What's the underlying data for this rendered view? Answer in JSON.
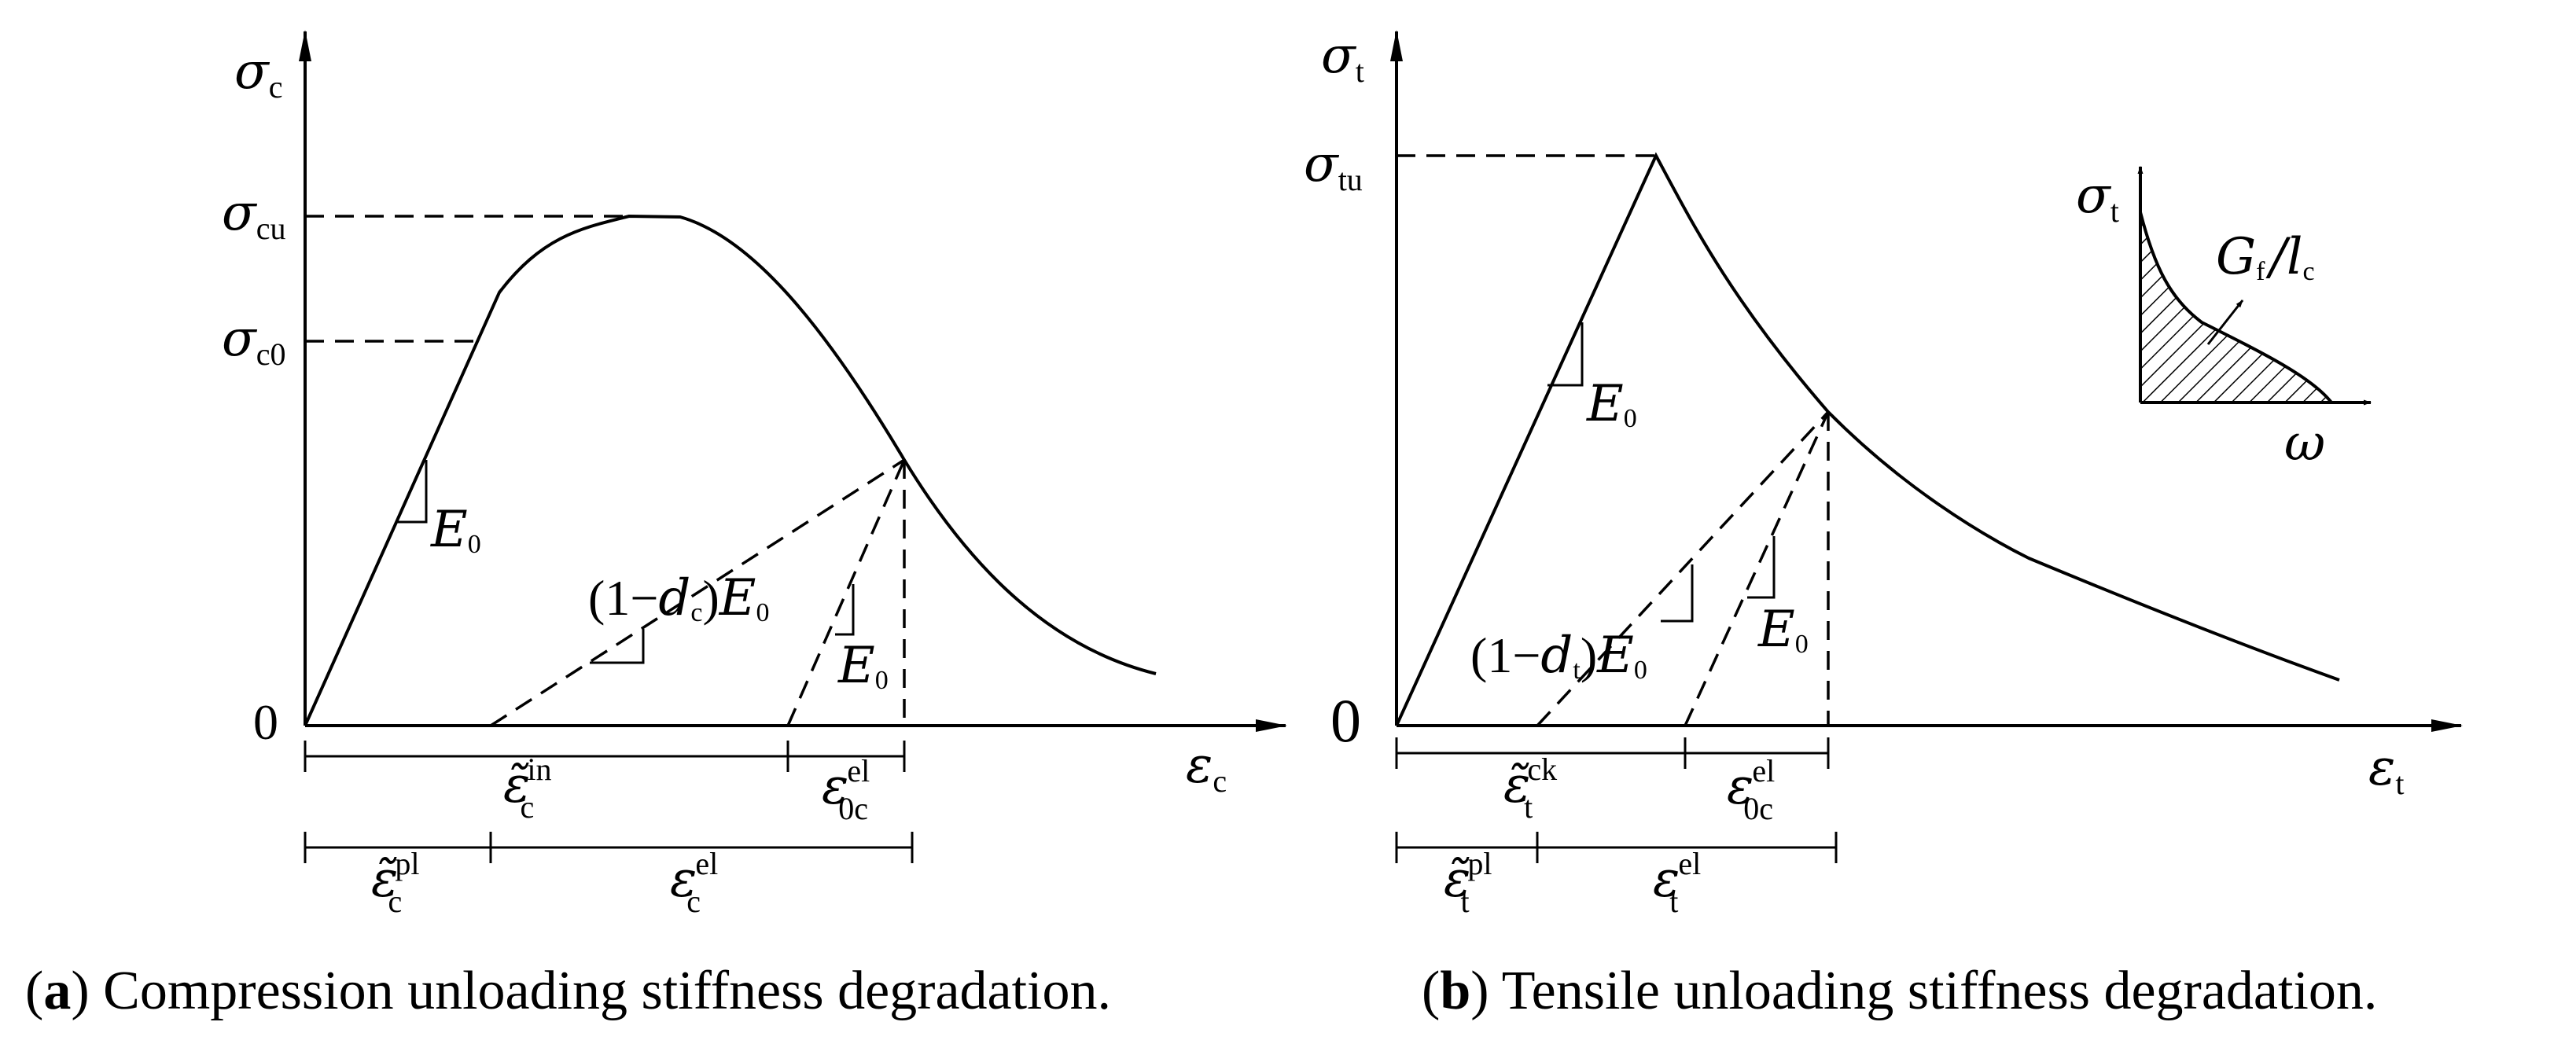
{
  "panel_a": {
    "y_axis_symbol": "σ",
    "y_axis_sub": "c",
    "y_tick_1_symbol": "σ",
    "y_tick_1_sub": "cu",
    "y_tick_2_symbol": "σ",
    "y_tick_2_sub": "c0",
    "origin_label": "0",
    "x_axis_symbol": "ε",
    "x_axis_sub": "c",
    "modulus_symbol": "E",
    "modulus_sub": "0",
    "damage_prefix": "(1−",
    "damage_symbol": "d",
    "damage_sub": "c",
    "damage_suffix": ")",
    "damage_modulus_symbol": "E",
    "damage_modulus_sub": "0",
    "unload_modulus_symbol": "E",
    "unload_modulus_sub": "0",
    "strain_inelastic_symbol": "ε̃",
    "strain_inelastic_sub": "c",
    "strain_inelastic_sup": "in",
    "strain_el0_symbol": "ε",
    "strain_el0_sub": "0c",
    "strain_el0_sup": "el",
    "strain_plastic_symbol": "ε̃",
    "strain_plastic_sub": "c",
    "strain_plastic_sup": "pl",
    "strain_elastic_symbol": "ε",
    "strain_elastic_sub": "c",
    "strain_elastic_sup": "el",
    "caption_letter": "a",
    "caption_open": "(",
    "caption_text": ") Compression unloading stiffness degradation."
  },
  "panel_b": {
    "y_axis_symbol": "σ",
    "y_axis_sub": "t",
    "y_tick_symbol": "σ",
    "y_tick_sub": "tu",
    "origin_label": "0",
    "x_axis_symbol": "ε",
    "x_axis_sub": "t",
    "modulus_symbol": "E",
    "modulus_sub": "0",
    "damage_prefix": "(1−",
    "damage_symbol": "d",
    "damage_sub": "t",
    "damage_suffix": ")",
    "damage_modulus_symbol": "E",
    "damage_modulus_sub": "0",
    "unload_modulus_symbol": "E",
    "unload_modulus_sub": "0",
    "strain_crack_symbol": "ε̃",
    "strain_crack_sub": "t",
    "strain_crack_sup": "ck",
    "strain_el0_symbol": "ε",
    "strain_el0_sub": "0c",
    "strain_el0_sup": "el",
    "strain_plastic_symbol": "ε̃",
    "strain_plastic_sub": "t",
    "strain_plastic_sup": "pl",
    "strain_elastic_symbol": "ε",
    "strain_elastic_sub": "t",
    "strain_elastic_sup": "el",
    "inset": {
      "y_symbol": "σ",
      "y_sub": "t",
      "energy_symbol": "G",
      "energy_sub": "f",
      "slash": "/",
      "length_symbol": "l",
      "length_sub": "c",
      "x_symbol": "ω"
    },
    "caption_letter": "b",
    "caption_open": "(",
    "caption_text": ") Tensile unloading stiffness degradation."
  }
}
